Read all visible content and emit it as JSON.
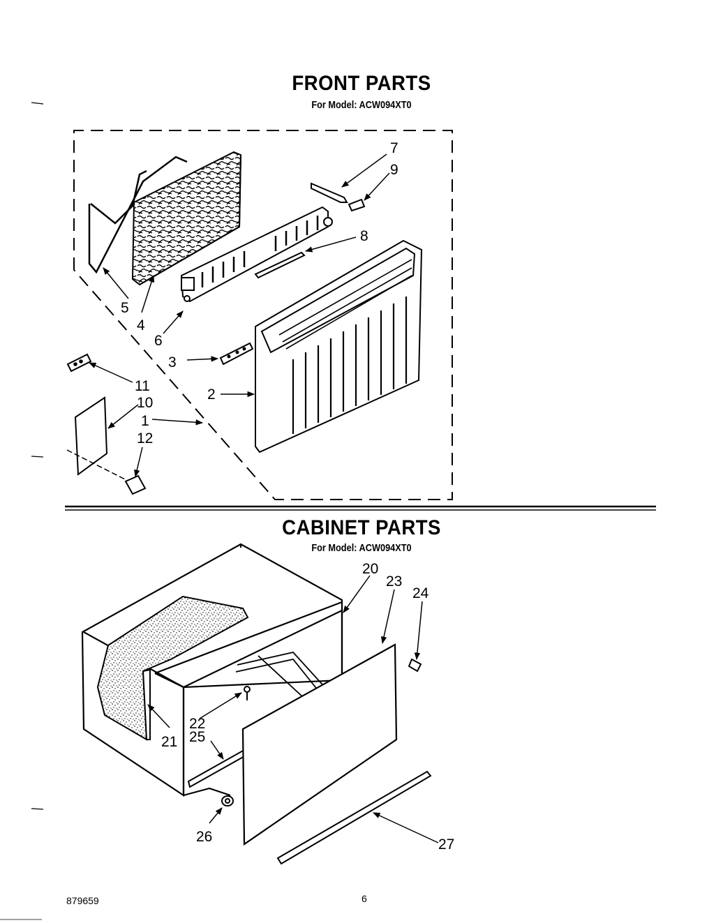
{
  "front": {
    "title": "FRONT PARTS",
    "subtitle": "For Model: ACW094XT0"
  },
  "cabinet": {
    "title": "CABINET PARTS",
    "subtitle": "For Model: ACW094XT0"
  },
  "callouts": {
    "c1": "1",
    "c2": "2",
    "c3": "3",
    "c4": "4",
    "c5": "5",
    "c6": "6",
    "c7": "7",
    "c8": "8",
    "c9": "9",
    "c10": "10",
    "c11": "11",
    "c12": "12",
    "c20": "20",
    "c21": "21",
    "c22": "22",
    "c23": "23",
    "c24": "24",
    "c25": "25",
    "c26": "26",
    "c27": "27"
  },
  "footer": {
    "doc_number": "879659",
    "page_number": "6"
  }
}
